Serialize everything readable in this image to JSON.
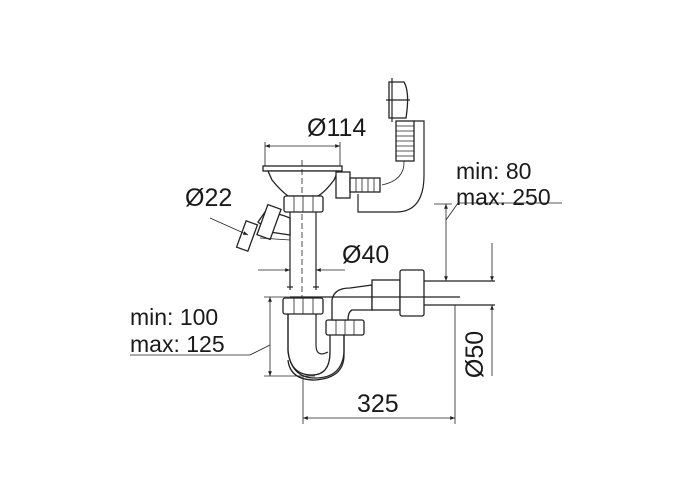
{
  "labels": {
    "strainer_diameter": "Ø114",
    "inlet_diameter": "Ø22",
    "pipe_diameter": "Ø40",
    "outlet_diameter": "Ø50",
    "height_min": "min: 80",
    "height_max": "max: 250",
    "trap_min": "min: 100",
    "trap_max": "max: 125",
    "width": "325"
  }
}
